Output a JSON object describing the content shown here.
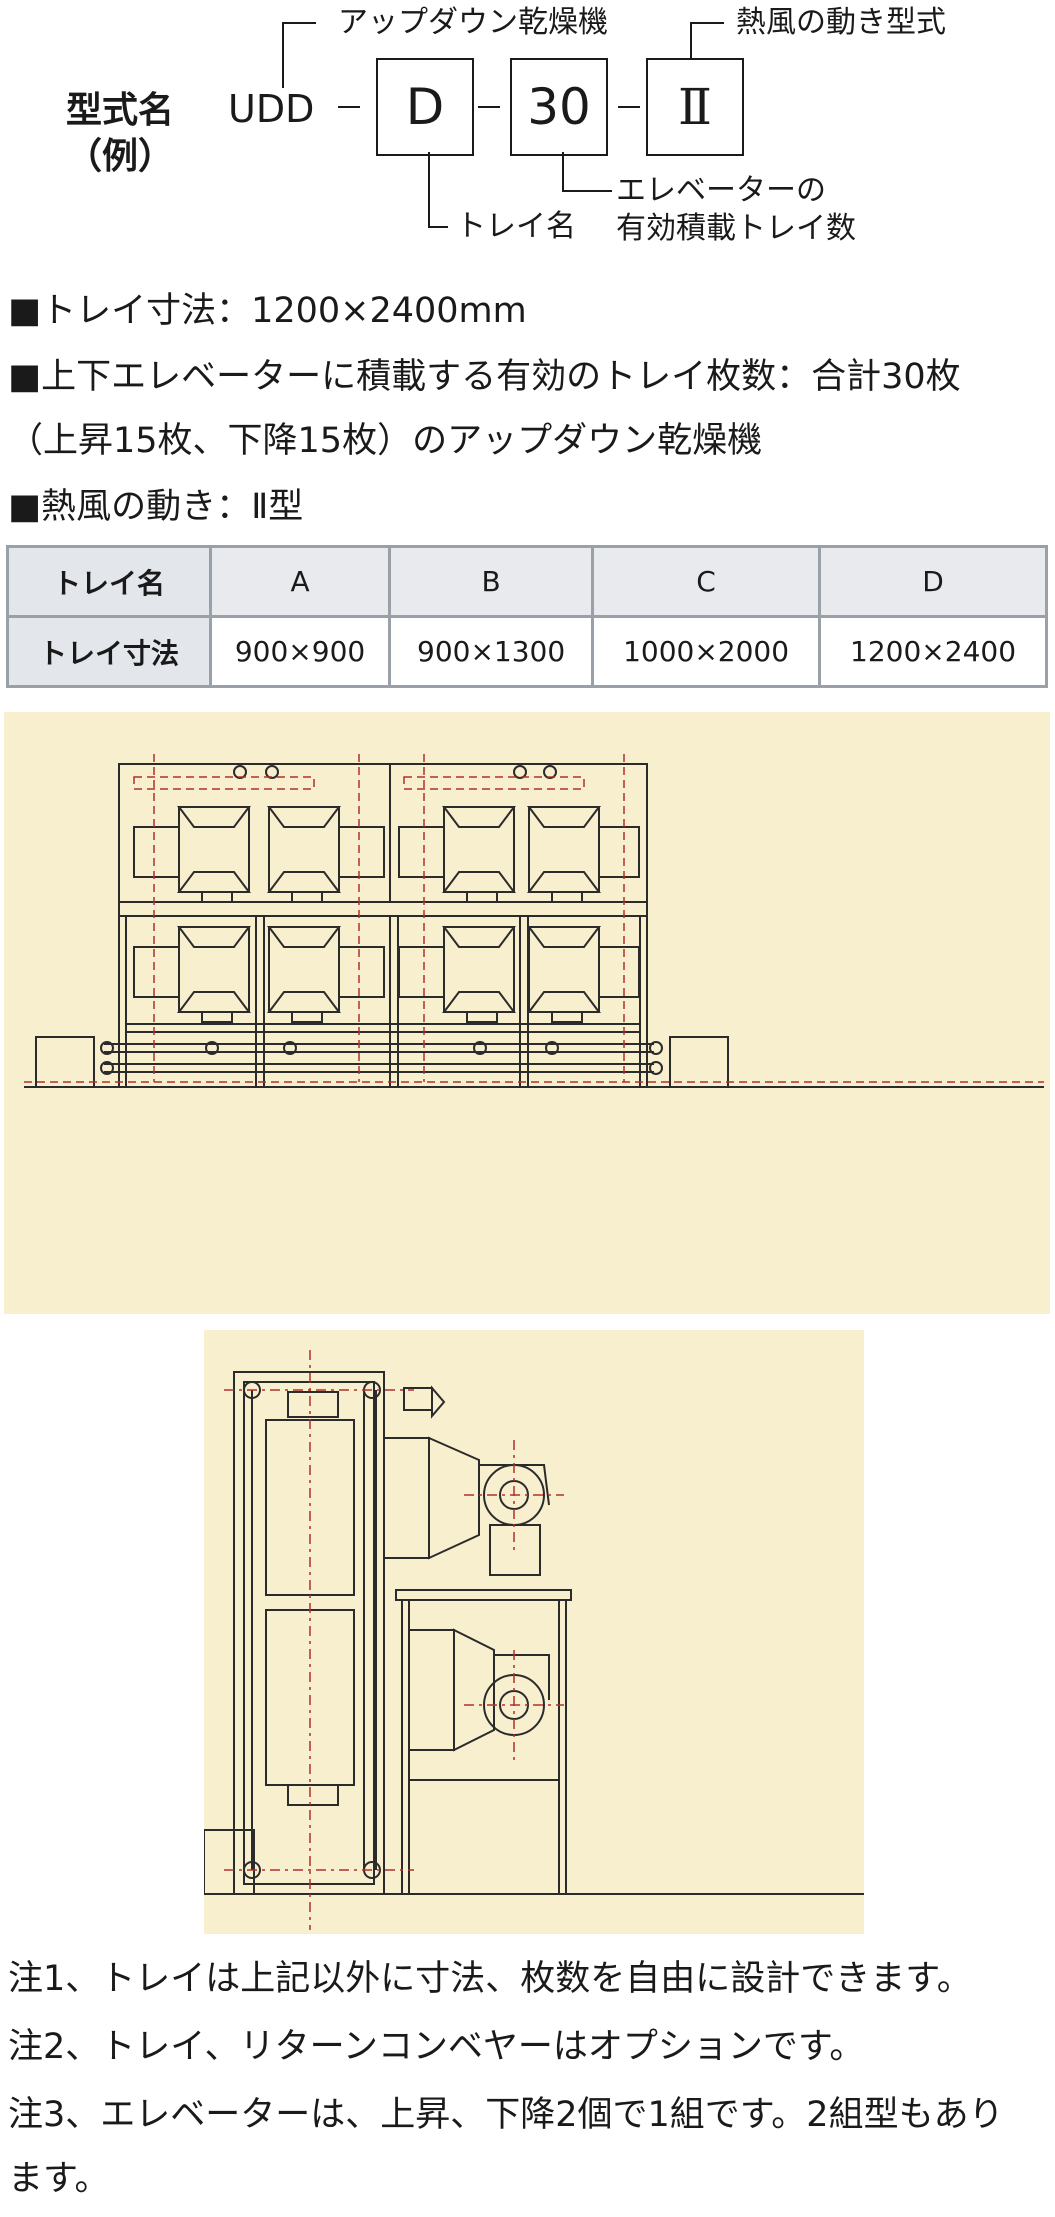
{
  "model_code": {
    "label_line1": "型式名",
    "label_line2": "（例）",
    "prefix": "UDD",
    "tray_code": "D",
    "count_code": "30",
    "flow_code": "Ⅱ",
    "note_updown": "アップダウン乾燥機",
    "note_flow": "熱風の動き型式",
    "note_tray": "トレイ名",
    "note_count_line1": "エレベーターの",
    "note_count_line2": "有効積載トレイ数"
  },
  "specs": {
    "line1": "■トレイ寸法：1200×2400mm",
    "line2": "■上下エレベーターに積載する有効のトレイ枚数：合計30枚",
    "line3": "（上昇15枚、下降15枚）のアップダウン乾燥機",
    "line4": "■熱風の動き：Ⅱ型"
  },
  "table": {
    "row1_header": "トレイ名",
    "row2_header": "トレイ寸法",
    "names": [
      "A",
      "B",
      "C",
      "D"
    ],
    "sizes": [
      "900×900",
      "900×1300",
      "1000×2000",
      "1200×2400"
    ]
  },
  "notes": {
    "note1": "注1、トレイは上記以外に寸法、枚数を自由に設計できます。",
    "note2": "注2、トレイ、リターンコンベヤーはオプションです。",
    "note3a": "注3、エレベーターは、上昇、下降2個で1組です。2組型もあり",
    "note3b": "ます。"
  },
  "colors": {
    "drawing_bg": "#f8efcf",
    "ink": "#2b2b2b",
    "red_ink": "#b0302c",
    "table_border": "#9aa0a8",
    "table_header_bg": "#e3e6ea"
  }
}
